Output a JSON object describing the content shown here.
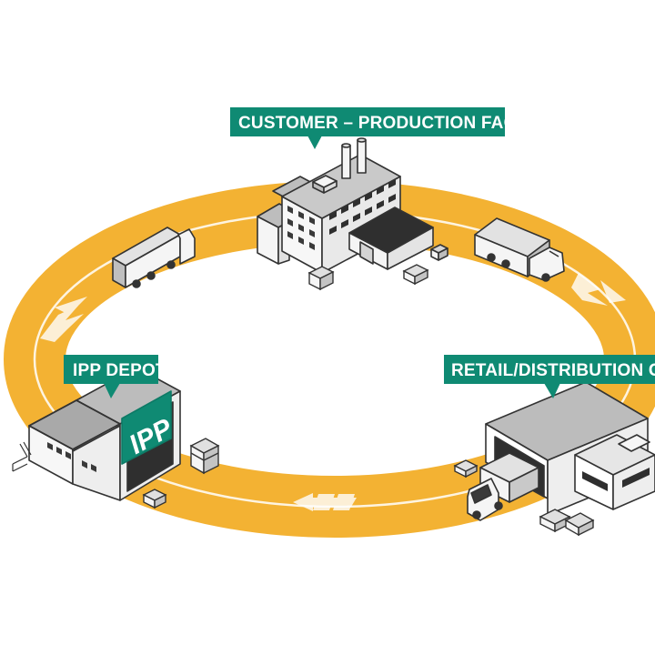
{
  "labels": {
    "customer": "CUSTOMER – PRODUCTION FACILITY",
    "depot": "IPP DEPOT",
    "retail": "RETAIL/DISTRIBUTION CENTRE"
  },
  "depot_logo": "IPP",
  "colors": {
    "ring": "#f3b233",
    "label_bg": "#0f8a73",
    "building_line": "#333333",
    "building_fill": "#f4f4f4",
    "roof": "#b9b9b9",
    "dark": "#3a3a3a"
  }
}
